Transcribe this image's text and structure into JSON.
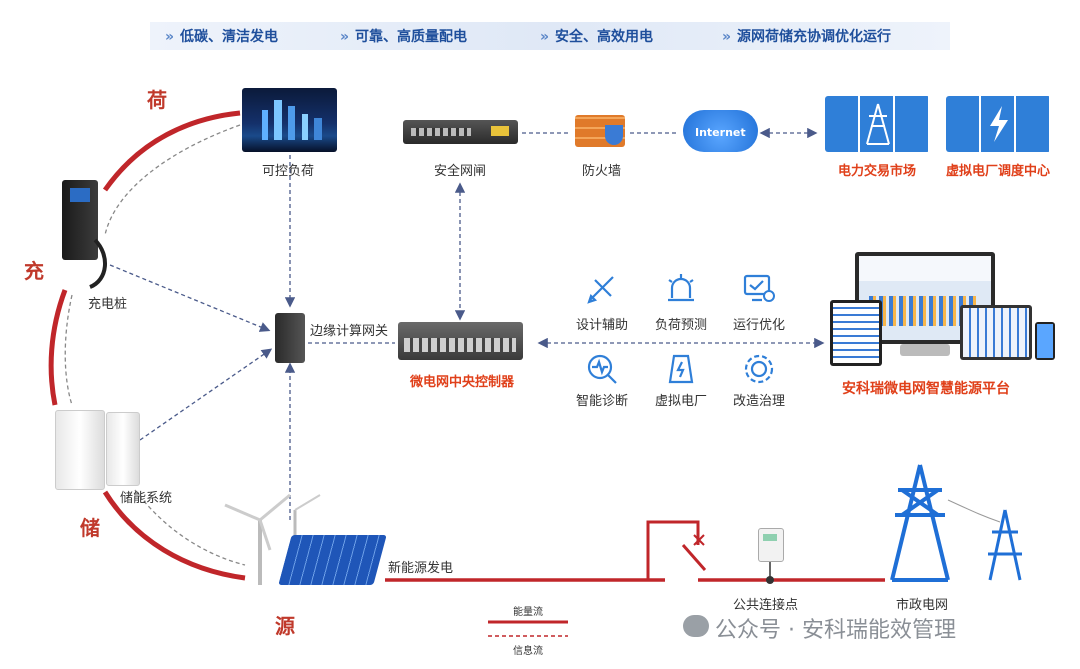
{
  "banner": {
    "items": [
      "低碳、清洁发电",
      "可靠、高质量配电",
      "安全、高效用电",
      "源网荷储充协调优化运行"
    ]
  },
  "cycle": {
    "he": "荷",
    "chong": "充",
    "chu": "储",
    "yuan": "源"
  },
  "nodes": {
    "load": "可控负荷",
    "gateway": "安全网闸",
    "firewall": "防火墙",
    "internet": "Internet",
    "market": "电力交易市场",
    "vpp_center": "虚拟电厂调度中心",
    "charger": "充电桩",
    "edge_gateway": "边缘计算网关",
    "controller": "微电网中央控制器",
    "storage": "储能系统",
    "renewable": "新能源发电",
    "pcc": "公共连接点",
    "grid": "市政电网",
    "platform": "安科瑞微电网智慧能源平台"
  },
  "functions": [
    "设计辅助",
    "负荷预测",
    "运行优化",
    "智能诊断",
    "虚拟电厂",
    "改造治理"
  ],
  "legend": {
    "energy": "能量流",
    "info": "信息流"
  },
  "watermark": "公众号 · 安科瑞能效管理",
  "colors": {
    "red": "#c0392b",
    "blue": "#1f4f9c",
    "accent": "#3a7bd5"
  }
}
